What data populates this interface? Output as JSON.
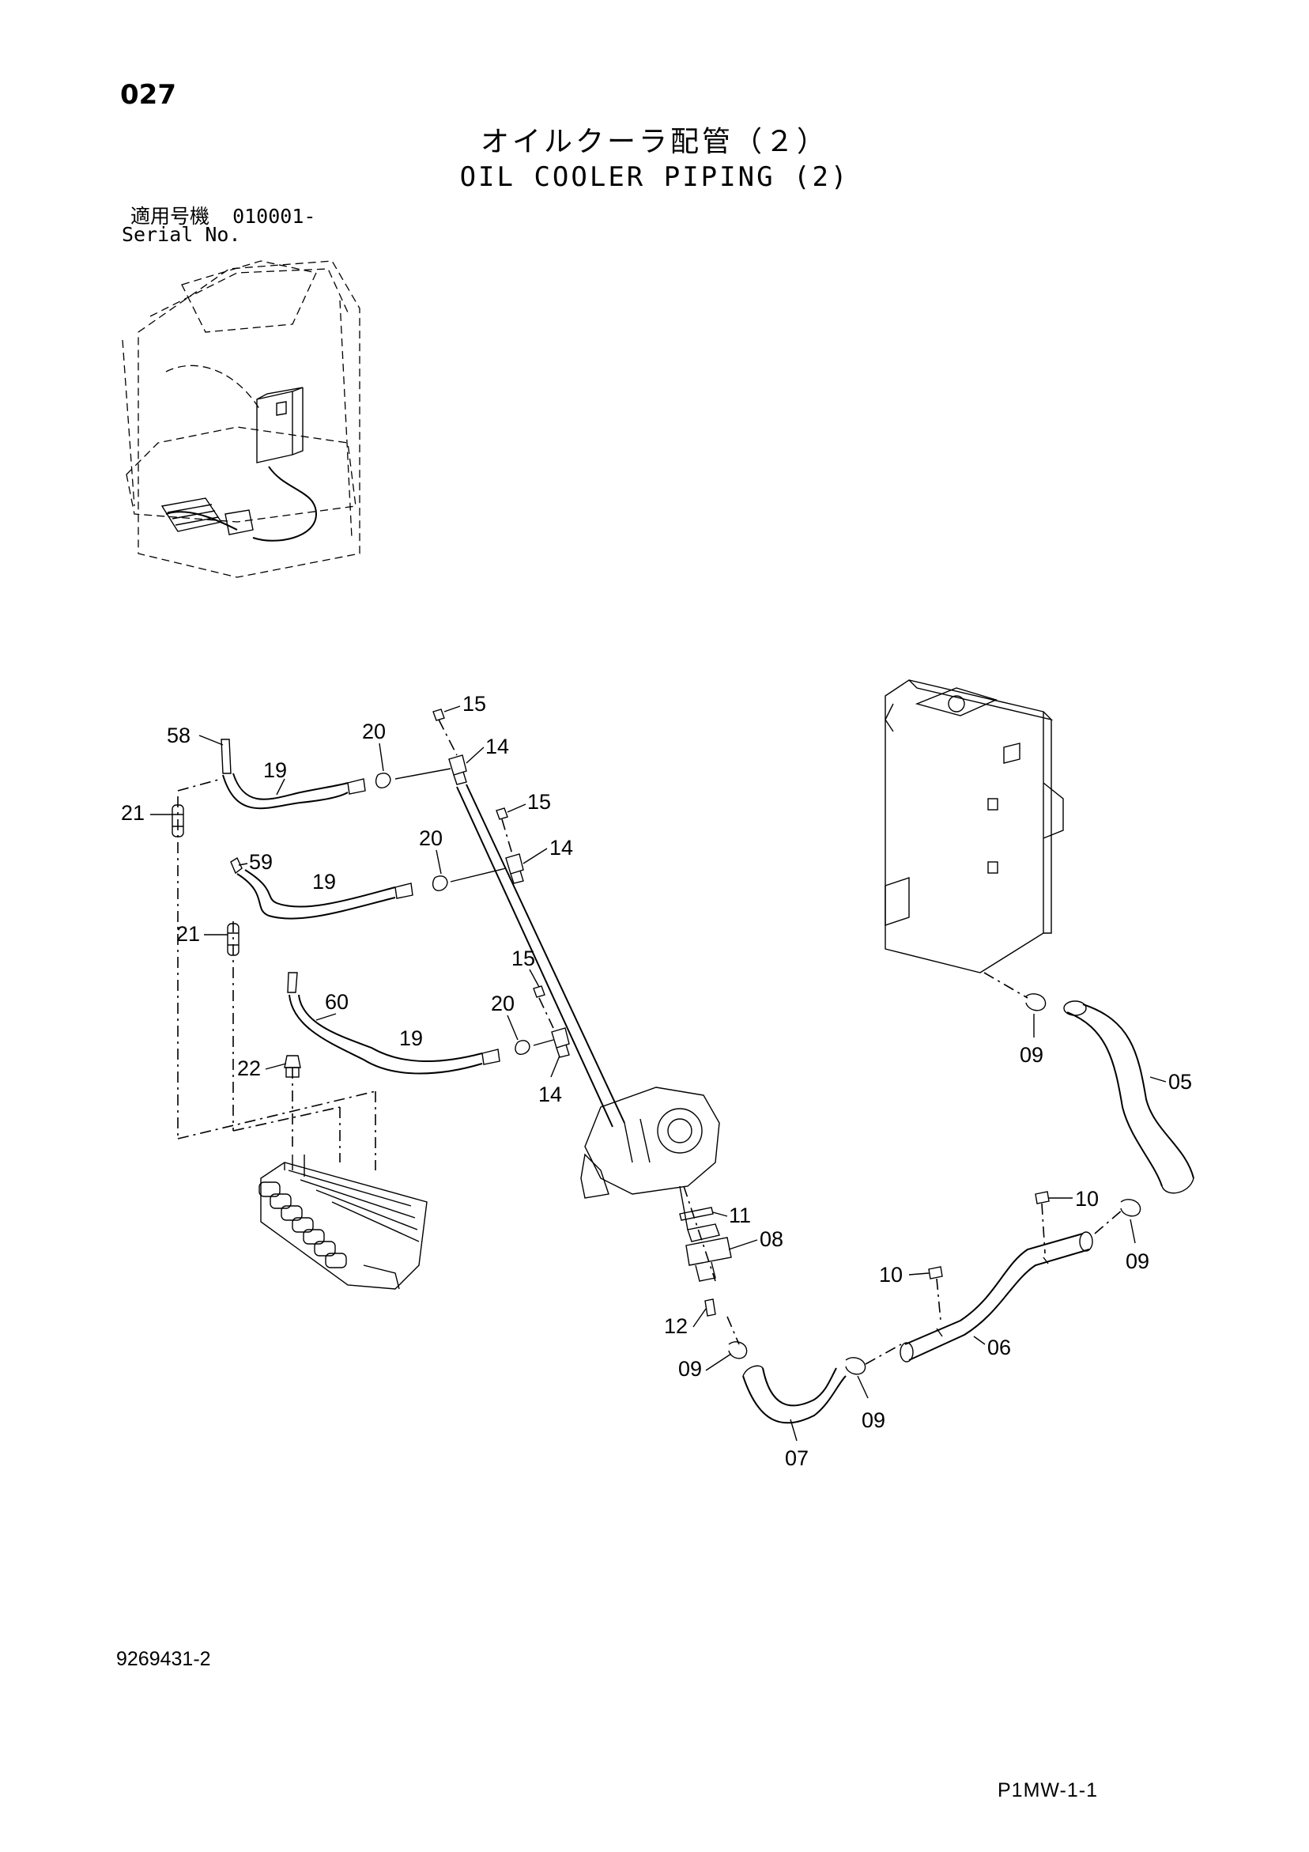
{
  "page_number": "027",
  "title_jp": "オイルクーラ配管（２）",
  "title_en": "OIL COOLER PIPING (2)",
  "serial_label_jp": "適用号機",
  "serial_value": "010001-",
  "serial_label_en": "Serial No.",
  "doc_number": "9269431-2",
  "page_code": "P1MW-1-1",
  "callouts": {
    "c58": "58",
    "c19a": "19",
    "c20a": "20",
    "c15a": "15",
    "c14a": "14",
    "c21a": "21",
    "c15b": "15",
    "c14b": "14",
    "c20b": "20",
    "c59": "59",
    "c19b": "19",
    "c21b": "21",
    "c15c": "15",
    "c20c": "20",
    "c60": "60",
    "c19c": "19",
    "c22": "22",
    "c14c": "14",
    "c09a": "09",
    "c05": "05",
    "c10a": "10",
    "c09b": "09",
    "c11": "11",
    "c08": "08",
    "c10b": "10",
    "c06": "06",
    "c12": "12",
    "c09c": "09",
    "c09d": "09",
    "c07": "07"
  }
}
